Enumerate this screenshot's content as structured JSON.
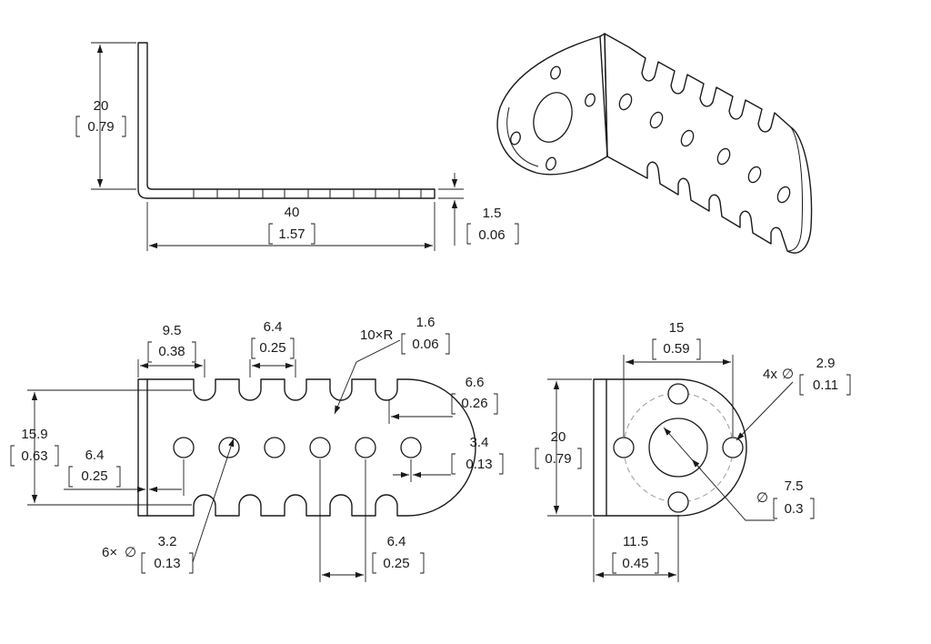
{
  "side_view": {
    "height_mm": "20",
    "height_in": "0.79",
    "length_mm": "40",
    "length_in": "1.57",
    "thickness_mm": "1.5",
    "thickness_in": "0.06"
  },
  "front_view": {
    "radius_label": "10×R",
    "radius_mm": "1.6",
    "radius_in": "0.06",
    "end_offset_mm": "9.5",
    "end_offset_in": "0.38",
    "slot_pitch_mm": "6.4",
    "slot_pitch_in": "0.25",
    "slot_depth_mm": "6.6",
    "slot_depth_in": "0.26",
    "height_mm": "15.9",
    "height_in": "0.63",
    "hole_offset_mm": "6.4",
    "hole_offset_in": "0.25",
    "edge_offset_mm": "3.4",
    "edge_offset_in": "0.13",
    "hole_label": "6×",
    "hole_dia_mm": "3.2",
    "hole_dia_in": "0.13",
    "hole_pitch_mm": "6.4",
    "hole_pitch_in": "0.25"
  },
  "end_view": {
    "bolt_circle_mm": "15",
    "bolt_circle_in": "0.59",
    "hole_label": "4x",
    "hole_dia_mm": "2.9",
    "hole_dia_in": "0.11",
    "height_mm": "20",
    "height_in": "0.79",
    "bore_dia_mm": "7.5",
    "bore_dia_in": "0.3",
    "center_offset_mm": "11.5",
    "center_offset_in": "0.45"
  },
  "symbols": {
    "diameter": "∅"
  }
}
